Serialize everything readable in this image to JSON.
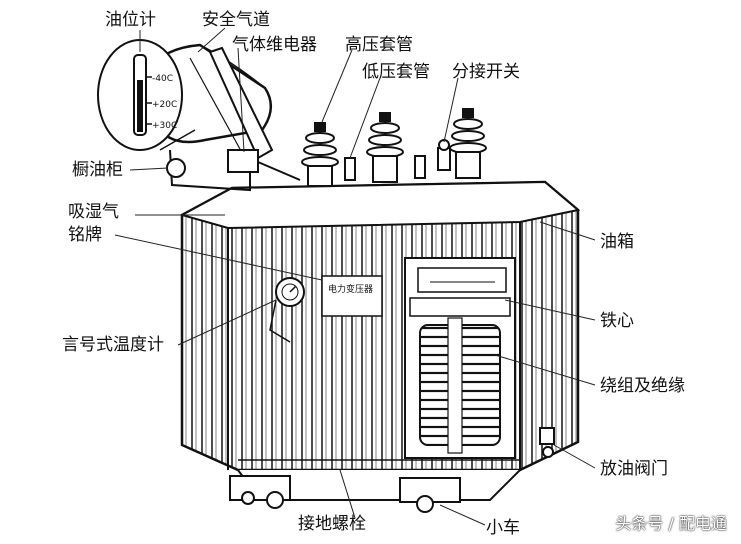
{
  "labels": {
    "oil_level_gauge": "油位计",
    "safety_airway": "安全气道",
    "gas_relay": "气体维电器",
    "hv_bushing": "高压套管",
    "lv_bushing": "低压套管",
    "tap_changer": "分接开关",
    "conservator": "橱油柜",
    "breather_1": "吸湿气",
    "nameplate": "铭牌",
    "thermometer": "言号式温度计",
    "oil_tank": "油箱",
    "iron_core": "铁心",
    "winding": "绕组及绝缘",
    "drain_valve": "放油阀门",
    "ground_bolt": "接地螺栓",
    "trolley": "小车"
  },
  "gauge_marks": {
    "m40": "-40C",
    "p20": "+20C",
    "p30": "+30C"
  },
  "plate_text": "电力变压器",
  "watermark": "头条号 / 配电通",
  "colors": {
    "line": "#1a1a1a",
    "background": "#ffffff"
  }
}
